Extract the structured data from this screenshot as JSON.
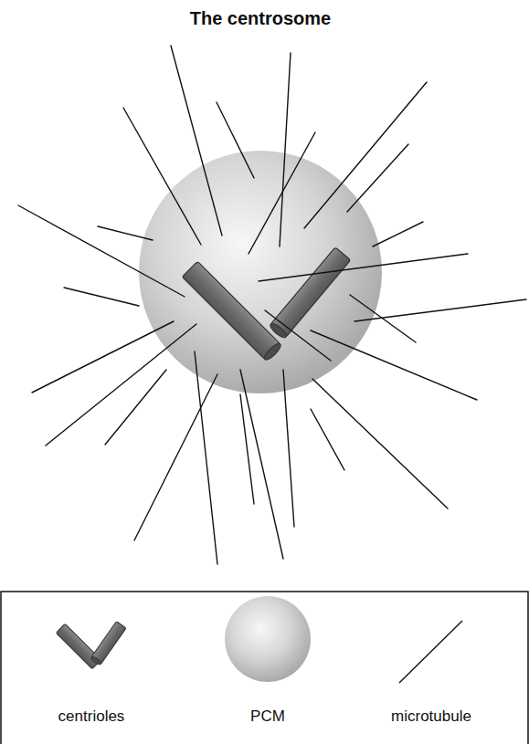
{
  "diagram": {
    "title": "The centrosome",
    "legend": [
      {
        "text": "centrioles"
      },
      {
        "text": "PCM"
      },
      {
        "text": "microtubule"
      }
    ]
  }
}
